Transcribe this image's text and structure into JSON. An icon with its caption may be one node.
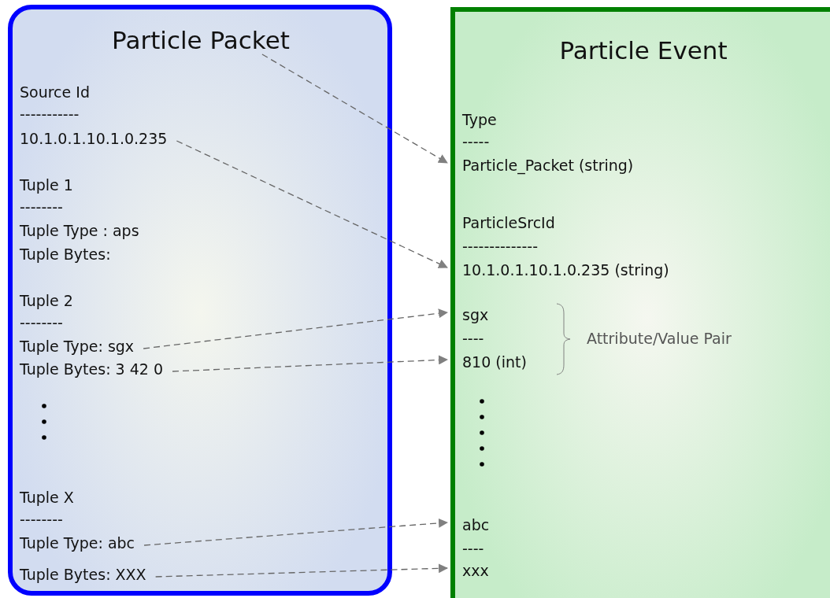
{
  "diagram": {
    "nodes": [
      {
        "text": [],
        "shape": "box"
      },
      {
        "text": [
          "Particle Packet"
        ],
        "in": 0
      },
      {
        "text": [
          "10.1.0.1.10.1.0.235"
        ],
        "in": 0
      },
      {
        "text": [
          "Tuple Type: sgx"
        ],
        "in": 0
      },
      {
        "text": [
          "Tuple Bytes: 3 42 0"
        ],
        "in": 0
      },
      {
        "text": [
          "Tuple Type: abc"
        ],
        "in": 0
      },
      {
        "text": [
          "Tuple Bytes: XXX"
        ],
        "in": 0
      },
      {
        "text": [],
        "shape": "box"
      },
      {
        "text": [
          "Particle Event"
        ],
        "in": 7
      },
      {
        "text": [
          "Particle_Packet (string)"
        ],
        "in": 7
      },
      {
        "text": [
          "10.1.0.1.10.1.0.235 (string)"
        ],
        "in": 7
      },
      {
        "text": [
          "sgx"
        ],
        "in": 7
      },
      {
        "text": [
          "810 (int)"
        ],
        "in": 7
      },
      {
        "text": [
          "abc"
        ],
        "in": 7
      },
      {
        "text": [
          "xxx"
        ],
        "in": 7
      }
    ],
    "edges": [
      {
        "from": 1,
        "to": 9,
        "arrow": "to",
        "style": "dashed"
      },
      {
        "from": 2,
        "to": 10,
        "arrow": "to",
        "style": "dashed"
      },
      {
        "from": 3,
        "to": 11,
        "arrow": "to",
        "style": "dashed"
      },
      {
        "from": 4,
        "to": 12,
        "arrow": "to",
        "style": "dashed"
      },
      {
        "from": 5,
        "to": 13,
        "arrow": "to",
        "style": "dashed"
      },
      {
        "from": 6,
        "to": 14,
        "arrow": "to",
        "style": "dashed"
      }
    ],
    "labels": [
      "Source Id",
      "-----------",
      "Tuple 1",
      "--------",
      "Tuple Type : aps",
      "Tuple Bytes:",
      "Tuple 2",
      "--------",
      "Tuple X",
      "--------",
      "Type",
      "-----",
      "ParticleSrcId",
      "--------------",
      "----",
      "Attribute/Value Pair",
      "----"
    ]
  }
}
